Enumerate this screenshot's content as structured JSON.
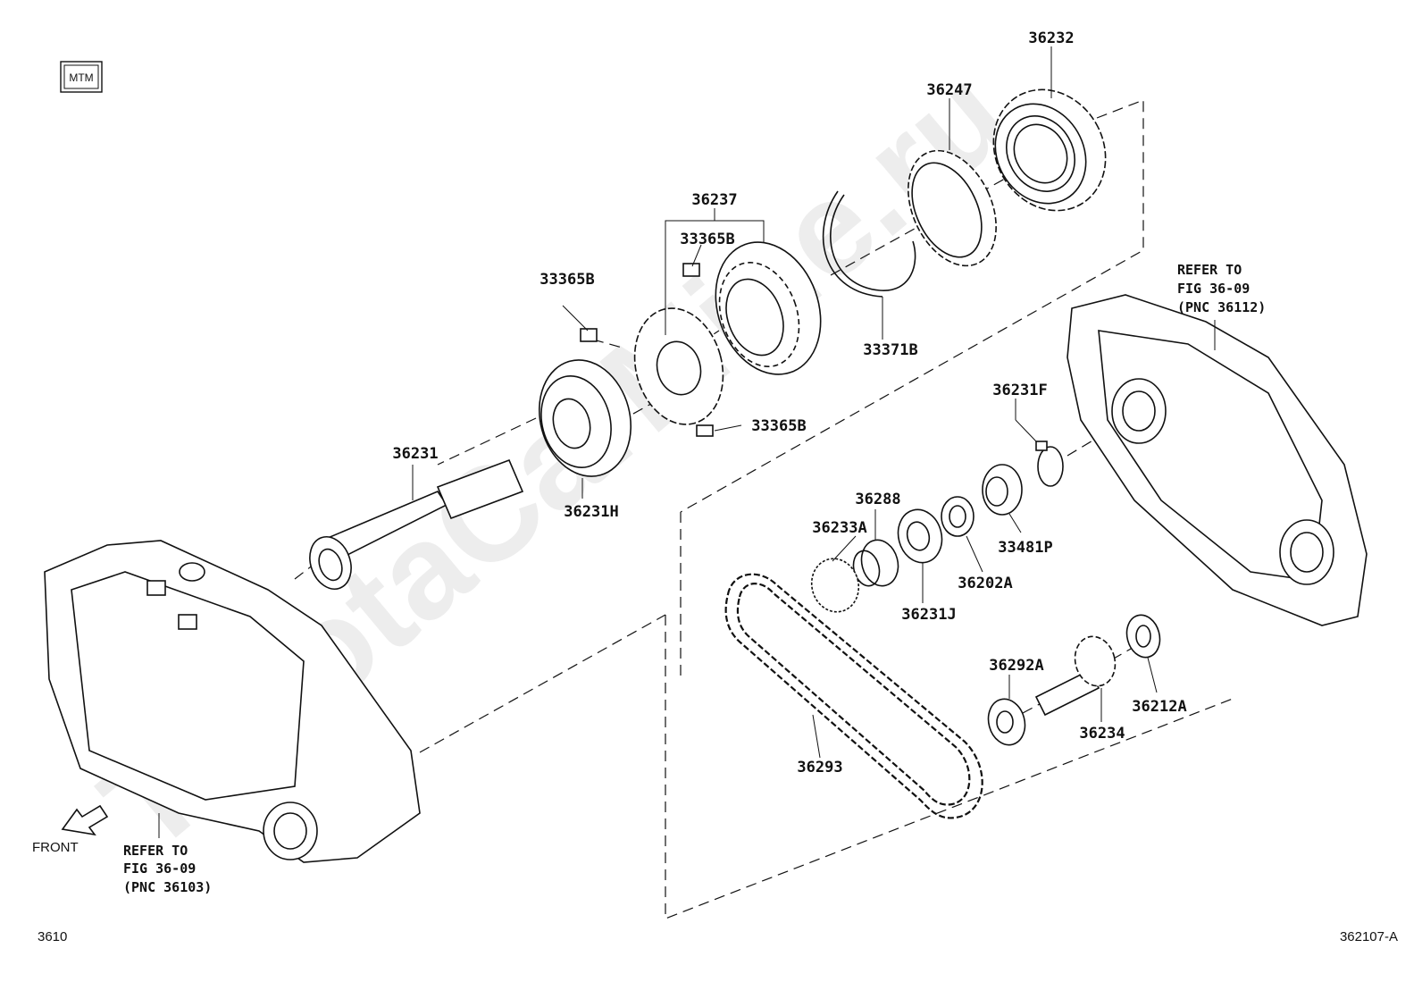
{
  "badge": {
    "text": "MTM"
  },
  "watermark": {
    "text": "ToyotaCarMine.ru"
  },
  "front_label": "FRONT",
  "page_code_left": "3610",
  "page_code_right": "362107-A",
  "refs": {
    "left": {
      "line1": "REFER TO",
      "line2": "FIG 36-09",
      "line3": "(PNC 36103)"
    },
    "right": {
      "line1": "REFER TO",
      "line2": "FIG 36-09",
      "line3": "(PNC 36112)"
    }
  },
  "parts": {
    "p36232": "36232",
    "p36247": "36247",
    "p36237": "36237",
    "p33365b_top": "33365B",
    "p33365b_left": "33365B",
    "p33365b_bottom": "33365B",
    "p33371b": "33371B",
    "p36231": "36231",
    "p36231h": "36231H",
    "p36231f": "36231F",
    "p36288": "36288",
    "p36233a": "36233A",
    "p33481p": "33481P",
    "p36202a": "36202A",
    "p36231j": "36231J",
    "p36292a": "36292A",
    "p36212a": "36212A",
    "p36234": "36234",
    "p36293": "36293"
  }
}
